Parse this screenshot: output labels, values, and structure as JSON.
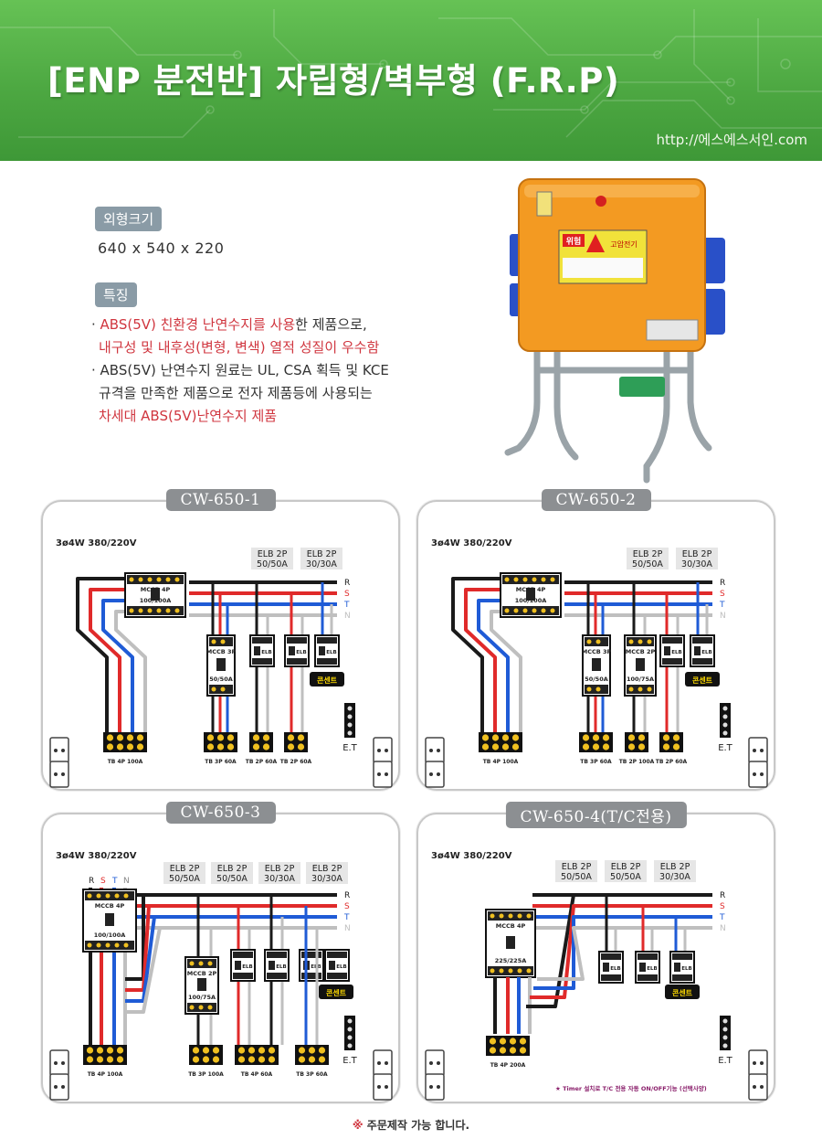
{
  "header": {
    "title": "[ENP 분전반] 자립형/벽부형 (F.R.P)",
    "url": "http://에스에스서인.com"
  },
  "size": {
    "label": "외형크기",
    "value": "640 x 540 x 220"
  },
  "features": {
    "label": "특징",
    "bullet1_line1_red": "ABS(5V) 친환경 난연수지를 사용",
    "bullet1_line1_rest": "한 제품으로,",
    "bullet1_line2": "내구성 및 내후성(변형, 변색) 열적 성질이 우수함",
    "bullet2_line1": "ABS(5V) 난연수지 원료는 UL, CSA 획득 및 KCE",
    "bullet2_line2": "규격을 만족한 제품으로 전자 제품등에 사용되는",
    "bullet2_line3": "차세대 ABS(5V)난연수지 제품"
  },
  "product": {
    "warning": "위험",
    "warning2": "고압전기"
  },
  "colors": {
    "R": "#1a1a1a",
    "S": "#e02a2a",
    "T": "#1f5bd6",
    "N": "#bfbfbf",
    "header": "#4da842"
  },
  "panels": [
    {
      "title": "CW-650-1",
      "supply": "3ø4W  380/220V",
      "elb_labels": [
        [
          "ELB 2P",
          "50/50A"
        ],
        [
          "ELB 2P",
          "30/30A"
        ]
      ],
      "mccb": [
        "MCCB 4P",
        "100/100A"
      ],
      "branches": [
        [
          "MCCB 3P",
          "50/50A"
        ],
        [
          "ELB",
          ""
        ],
        [
          "ELB",
          ""
        ],
        [
          "ELB",
          ""
        ]
      ],
      "tb": [
        "TB 4P 100A",
        "TB 3P 60A",
        "TB 2P 60A",
        "TB 2P 60A"
      ],
      "outlet": "콘센트",
      "et": "E.T",
      "lines": [
        "R",
        "S",
        "T",
        "N"
      ]
    },
    {
      "title": "CW-650-2",
      "supply": "3ø4W  380/220V",
      "elb_labels": [
        [
          "ELB 2P",
          "50/50A"
        ],
        [
          "ELB 2P",
          "30/30A"
        ]
      ],
      "mccb": [
        "MCCB 4P",
        "100/100A"
      ],
      "branches": [
        [
          "MCCB 3P",
          "50/50A"
        ],
        [
          "MCCB 2P",
          "100/75A"
        ],
        [
          "ELB",
          ""
        ],
        [
          "ELB",
          ""
        ]
      ],
      "tb": [
        "TB 4P 100A",
        "TB 3P 60A",
        "TB 2P 100A",
        "TB 2P 60A"
      ],
      "outlet": "콘센트",
      "et": "E.T",
      "lines": [
        "R",
        "S",
        "T",
        "N"
      ]
    },
    {
      "title": "CW-650-3",
      "supply": "3ø4W  380/220V",
      "elb_labels": [
        [
          "ELB 2P",
          "50/50A"
        ],
        [
          "ELB 2P",
          "50/50A"
        ],
        [
          "ELB 2P",
          "30/30A"
        ],
        [
          "ELB 2P",
          "30/30A"
        ]
      ],
      "mccb": [
        "MCCB 4P",
        "100/100A"
      ],
      "branches": [
        [
          "MCCB 2P",
          "100/75A"
        ],
        [
          "ELB",
          ""
        ],
        [
          "ELB",
          ""
        ],
        [
          "ELB",
          ""
        ],
        [
          "ELB",
          ""
        ]
      ],
      "tb": [
        "TB 4P 100A",
        "TB 3P 100A",
        "TB 4P 60A",
        "TB 3P 60A"
      ],
      "outlet": "콘센트",
      "et": "E.T",
      "lines": [
        "R",
        "S",
        "T",
        "N"
      ]
    },
    {
      "title": "CW-650-4(T/C전용)",
      "supply": "3ø4W  380/220V",
      "elb_labels": [
        [
          "ELB 2P",
          "50/50A"
        ],
        [
          "ELB 2P",
          "50/50A"
        ],
        [
          "ELB 2P",
          "30/30A"
        ]
      ],
      "mccb": [
        "MCCB 4P",
        "225/225A"
      ],
      "branches": [
        [
          "ELB",
          ""
        ],
        [
          "ELB",
          ""
        ],
        [
          "ELB",
          ""
        ]
      ],
      "tb": [
        "TB 4P 200A"
      ],
      "outlet": "콘센트",
      "et": "E.T",
      "lines": [
        "R",
        "S",
        "T",
        "N"
      ],
      "note": "★ Timer 설치로 T/C 전용 자동 ON/OFF기능 (선택사양)"
    }
  ],
  "footer": {
    "star": "※",
    "note": "주문제작 가능 합니다."
  }
}
